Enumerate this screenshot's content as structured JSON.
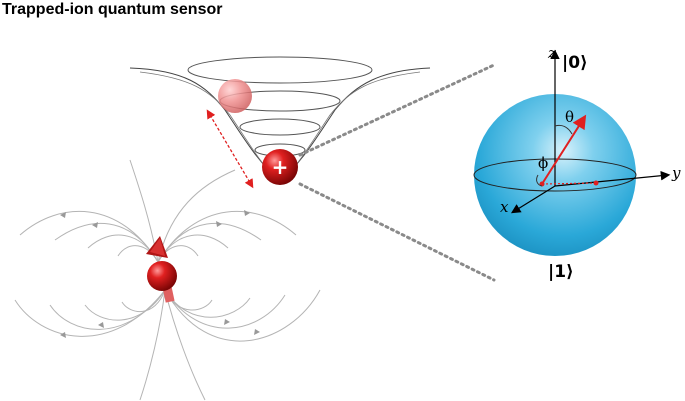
{
  "title": "Trapped-ion quantum sensor",
  "bloch": {
    "z_label": "z",
    "y_label": "y",
    "x_label": "x",
    "theta_label": "θ",
    "phi_label": "ϕ",
    "state_top": "|0⟩",
    "state_bottom": "|1⟩"
  },
  "ion_symbol": "+",
  "icons": [
    "ion-trap",
    "trapped-ion",
    "magnetic-dipole",
    "field-lines",
    "bloch-sphere"
  ],
  "colors": {
    "sphere": "#2aa8d8",
    "ion_red": "#d81818",
    "arrow_red": "#e02020",
    "field_lines": "#b4b4b4",
    "zoom_dots": "#8a8a8a"
  }
}
